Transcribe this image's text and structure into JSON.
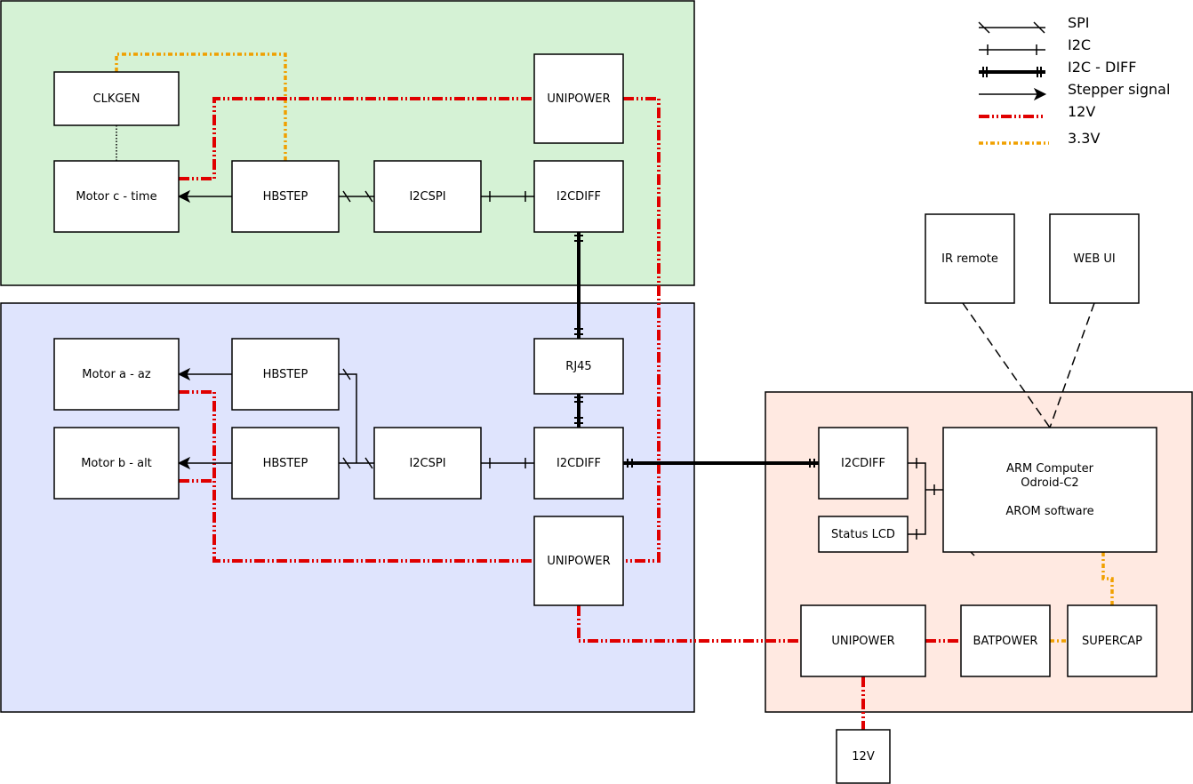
{
  "colors": {
    "top_region": "#d5f2d5",
    "left_region": "#dfe4fd",
    "right_region": "#ffe9e1",
    "power_12v": "#e00000",
    "power_3v3": "#f0a000"
  },
  "legend": {
    "spi": "SPI",
    "i2c": "I2C",
    "i2c_diff": "I2C - DIFF",
    "stepper": "Stepper signal",
    "v12": "12V",
    "v33": "3.3V"
  },
  "top": {
    "clkgen": "CLKGEN",
    "unipower": "UNIPOWER",
    "motor_c": "Motor c - time",
    "hbstep": "HBSTEP",
    "i2cspi": "I2CSPI",
    "i2cdiff": "I2CDIFF"
  },
  "left": {
    "motor_a": "Motor a - az",
    "motor_b": "Motor b - alt",
    "hbstep_a": "HBSTEP",
    "hbstep_b": "HBSTEP",
    "i2cspi": "I2CSPI",
    "rj45": "RJ45",
    "i2cdiff": "I2CDIFF",
    "unipower": "UNIPOWER"
  },
  "right": {
    "i2cdiff": "I2CDIFF",
    "status_lcd": "Status LCD",
    "arm_line1": "ARM Computer",
    "arm_line2": "Odroid-C2",
    "arm_line3": "AROM software",
    "unipower": "UNIPOWER",
    "batpower": "BATPOWER",
    "supercap": "SUPERCAP"
  },
  "external": {
    "ir_remote": "IR remote",
    "web_ui": "WEB UI",
    "v12": "12V"
  }
}
